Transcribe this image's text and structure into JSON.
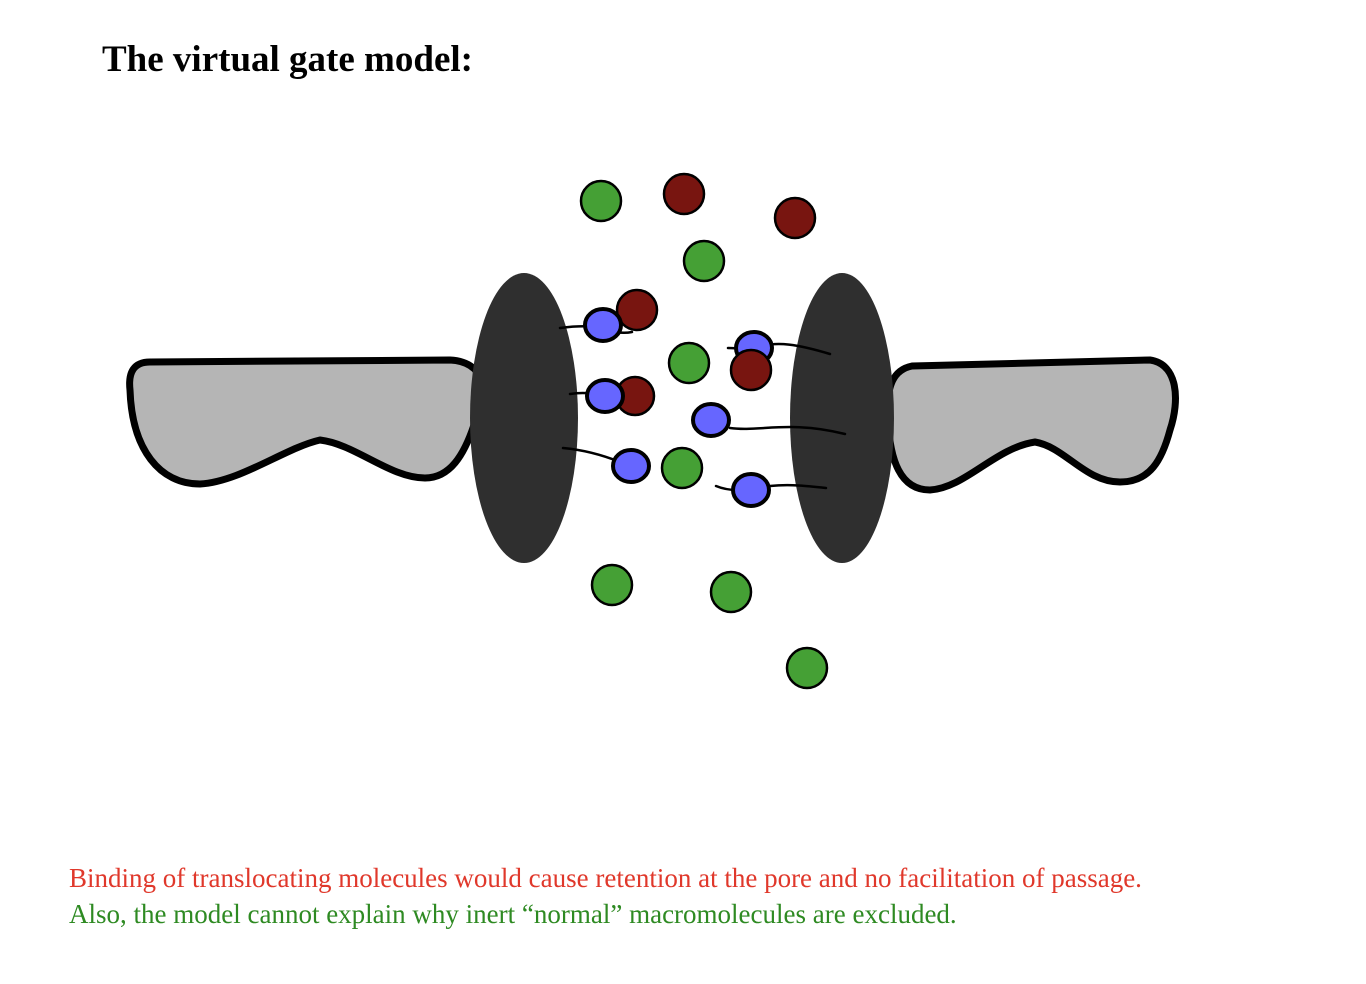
{
  "title": "The virtual gate model:",
  "caption": {
    "line_1": "Binding of translocating molecules would cause retention at the pore and no facilitation of passage.",
    "line_2": "Also, the model cannot explain why inert “normal” macromolecules are excluded."
  },
  "colors": {
    "line_1": "#e0382b",
    "line_2": "#2e8a22",
    "membrane_fill": "#b5b5b5",
    "pore_body": "#2f2f2f",
    "inert_molecule": "#45a035",
    "cargo_molecule": "#781510",
    "receptor": "#6666ff"
  },
  "legend_semantics": {
    "green_circles": "inert-molecule",
    "dark_red_circles": "cargo-molecule",
    "blue_circles": "transport-receptor"
  }
}
